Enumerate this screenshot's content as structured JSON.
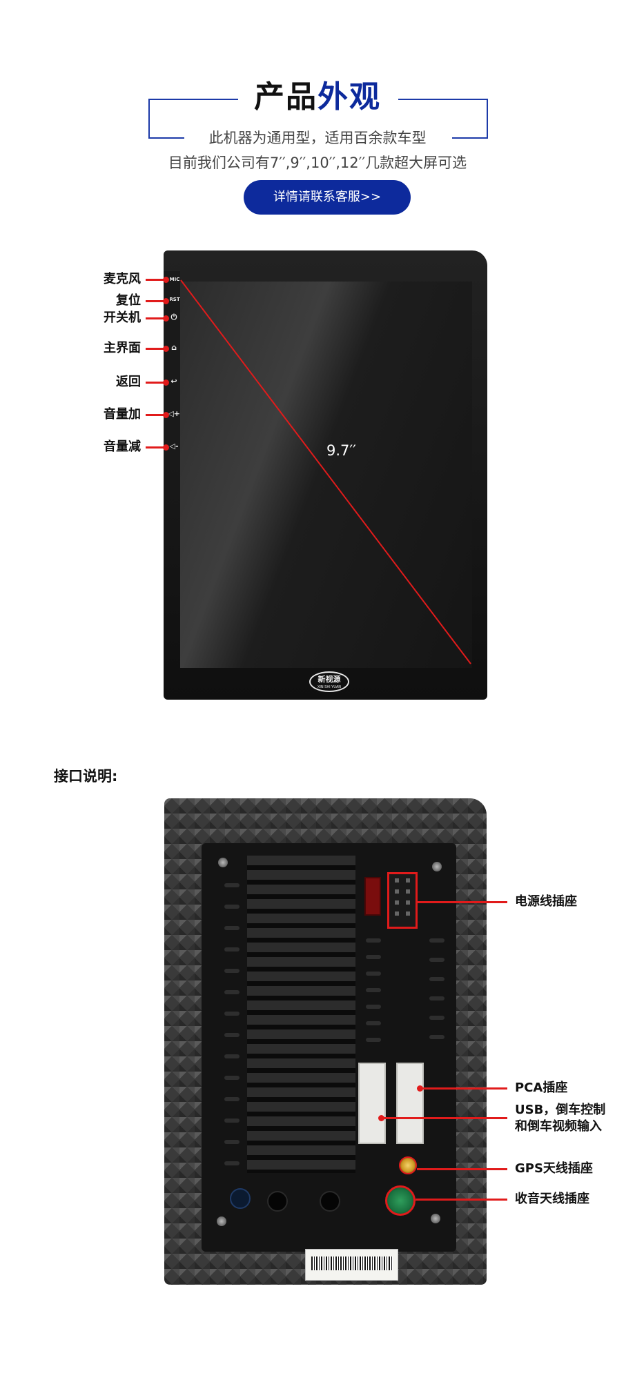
{
  "header": {
    "title_part1": "产品",
    "title_part2": "外观",
    "subtitle_line1": "此机器为通用型，适用百余款车型",
    "subtitle_line2": "目前我们公司有7′′,9′′,10′′,12′′几款超大屏可选",
    "cta_label": "详情请联系客服>>"
  },
  "front": {
    "screen_size": "9.7′′",
    "side_icons": {
      "mic": "MIC",
      "rst": "RST",
      "power": "⏻",
      "home": "⌂",
      "back": "↩",
      "vol_up": "◁+",
      "vol_down": "◁-"
    },
    "callouts": [
      "麦克风",
      "复位",
      "开关机",
      "主界面",
      "返回",
      "音量加",
      "音量减"
    ],
    "logo_text": "新视源",
    "logo_subtext": "XIN SHI YUAN"
  },
  "interface": {
    "section_title": "接口说明:",
    "labels": {
      "power_socket": "电源线插座",
      "pca_socket": "PCA插座",
      "usb_line1": "USB，倒车控制",
      "usb_line2": "和倒车视频输入",
      "gps_socket": "GPS天线插座",
      "radio_socket": "收音天线插座"
    }
  },
  "colors": {
    "brand_blue": "#0d2a9c",
    "callout_red": "#e11b1b"
  }
}
